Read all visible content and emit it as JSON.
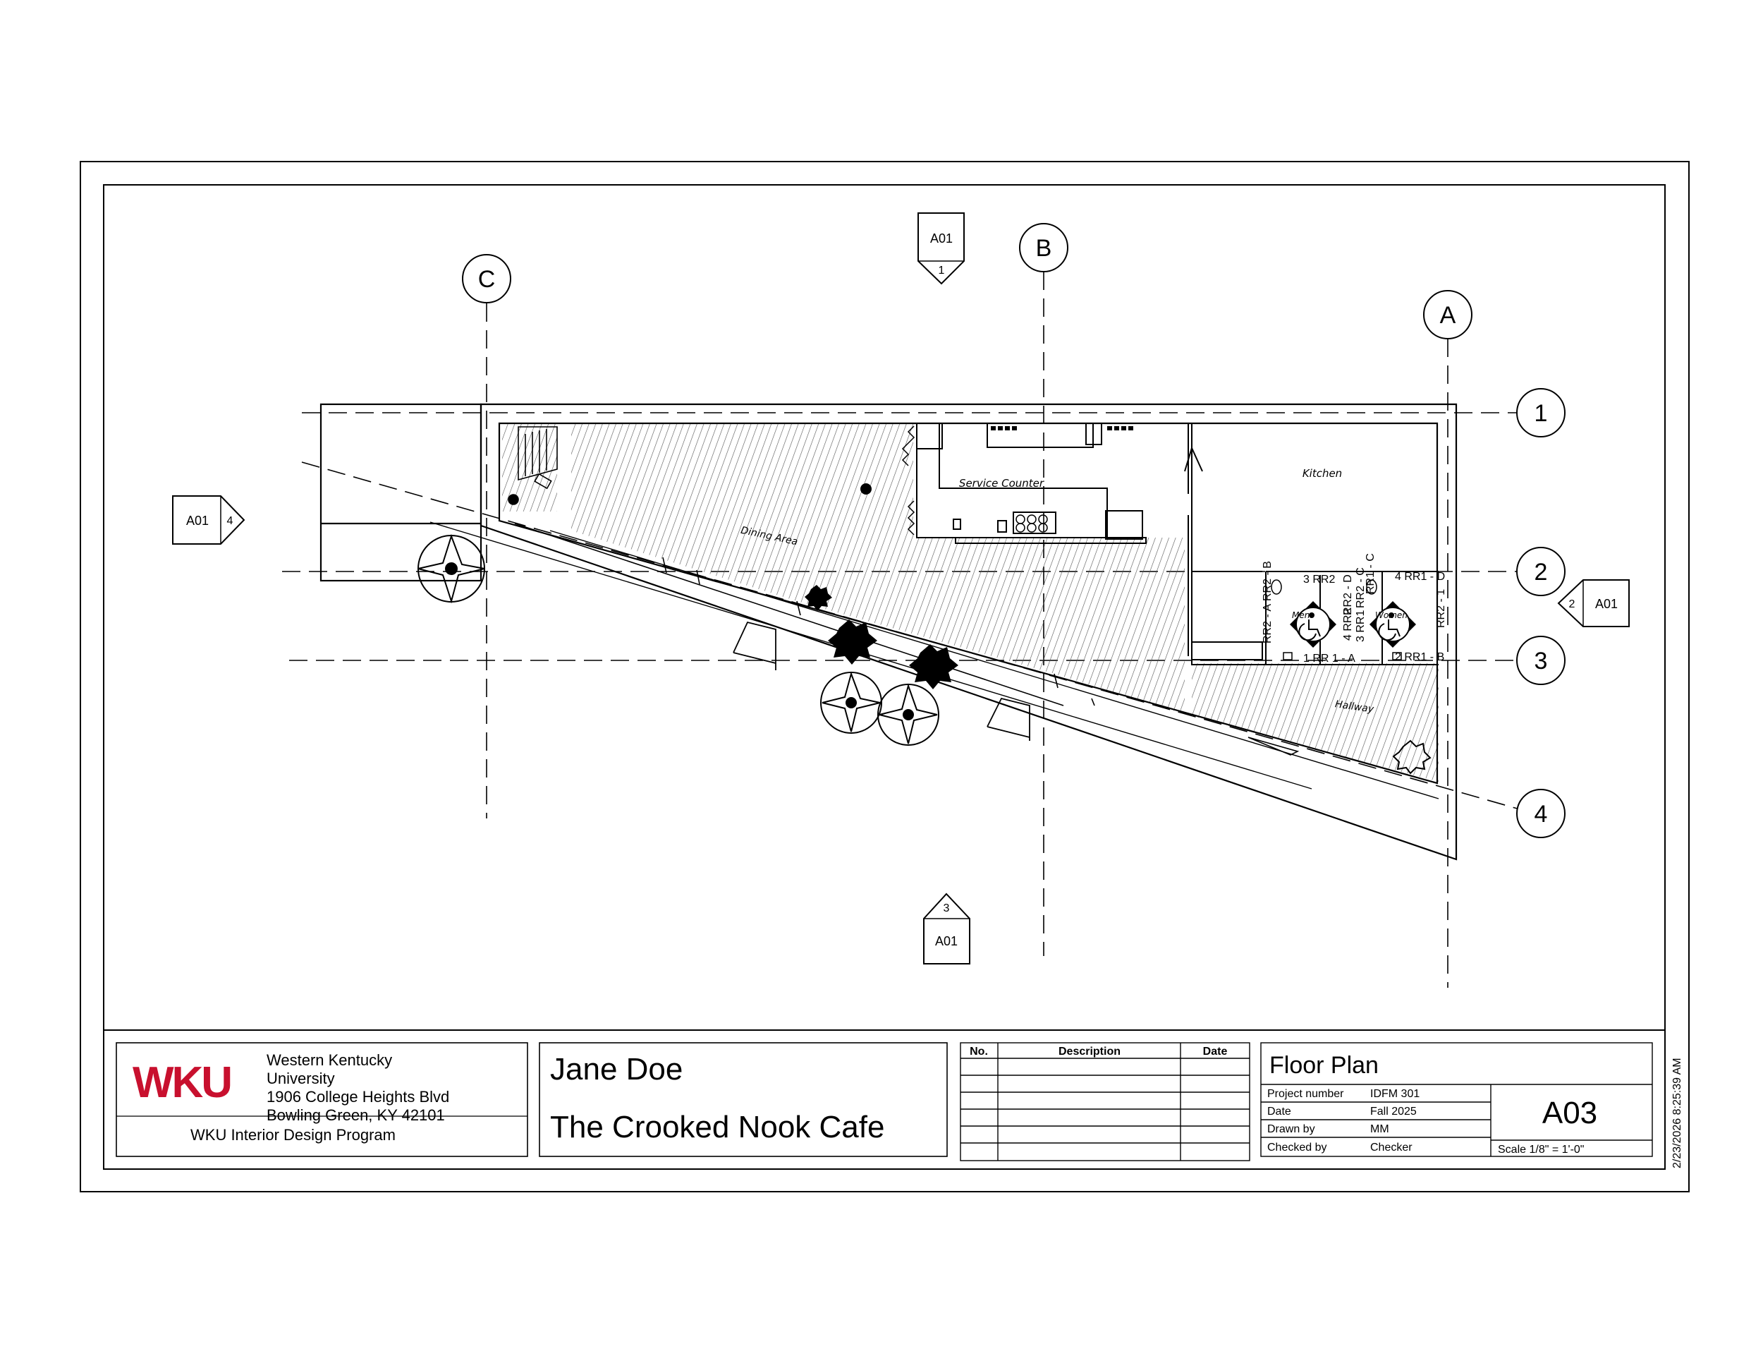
{
  "grid": {
    "columns": [
      "C",
      "B",
      "A"
    ],
    "rows": [
      "1",
      "2",
      "3",
      "4"
    ]
  },
  "section_tags": {
    "top": {
      "sheet": "A01",
      "num": "1"
    },
    "left": {
      "sheet": "A01",
      "num": "4"
    },
    "right": {
      "sheet": "A01",
      "num": "2"
    },
    "bottom": {
      "sheet": "A01",
      "num": "3"
    }
  },
  "rooms": {
    "service_counter": "Service Counter",
    "kitchen": "Kitchen",
    "dining_area": "Dining Area",
    "hallway": "Hallway",
    "men": "Men",
    "women": "Women"
  },
  "restroom_tags": {
    "rr2_top": "3 RR2",
    "rr1_top": "4 RR1 - D",
    "rr1_bottom": "1 RR 1 - A",
    "rr1_b": "2 RR1 - B",
    "rr2_b": "RR2 - B",
    "rr2_d": "RR2 - D",
    "rr2_c": "RR2 - C",
    "rr1_c": "RR1 - C",
    "rr2_a": "RR2 - A",
    "rr2_4": "4 RR2",
    "rr1_3": "3 RR1",
    "rr2_1": "RR2 - 1"
  },
  "title_block": {
    "logo": "WKU",
    "school_lines": [
      "Western Kentucky",
      "University",
      "1906 College Heights Blvd",
      "Bowling Green, KY 42101"
    ],
    "program": "WKU Interior Design Program",
    "student": "Jane Doe",
    "project": "The Crooked Nook Cafe",
    "revision_headers": {
      "no": "No.",
      "description": "Description",
      "date": "Date"
    },
    "sheet_title": "Floor Plan",
    "fields": [
      {
        "label": "Project number",
        "value": "IDFM 301"
      },
      {
        "label": "Date",
        "value": "Fall 2025"
      },
      {
        "label": "Drawn by",
        "value": "MM"
      },
      {
        "label": "Checked by",
        "value": "Checker"
      }
    ],
    "sheet_number": "A03",
    "scale": "Scale  1/8\" = 1'-0\"",
    "timestamp": "2/23/2026 8:25:39 AM"
  },
  "colors": {
    "logo": "#c8102e",
    "line": "#000000",
    "hatch": "#555555"
  }
}
